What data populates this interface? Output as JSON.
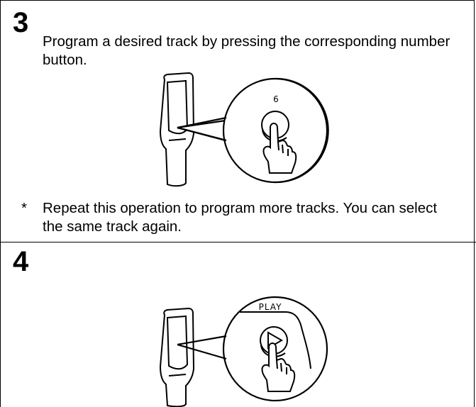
{
  "step3": {
    "number": "3",
    "instruction": "Program a desired track by pressing the corresponding number button.",
    "button_label": "6",
    "note_mark": "*",
    "note": "Repeat this operation to program more tracks. You can select the same track again."
  },
  "step4": {
    "number": "4",
    "button_label": "PLAY"
  }
}
